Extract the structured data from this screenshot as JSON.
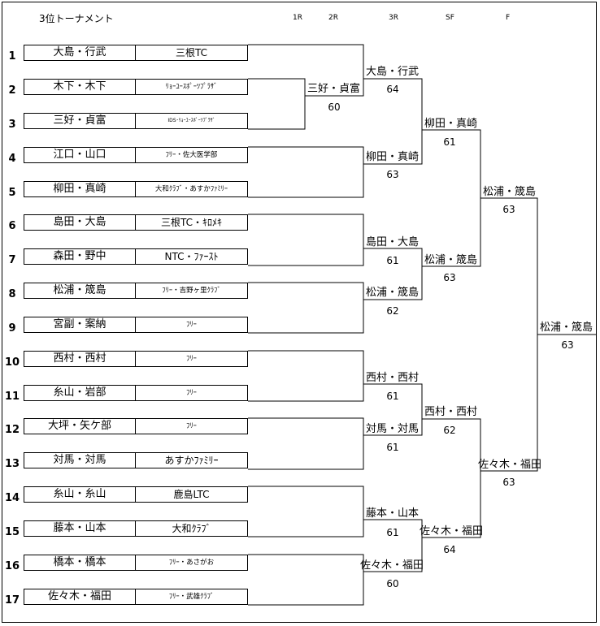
{
  "title": "3位トーナメント",
  "rounds": [
    "1R",
    "2R",
    "3R",
    "SF",
    "F"
  ],
  "entries": [
    {
      "no": "1",
      "name": "大島・行武",
      "club": "三根TC",
      "size": ""
    },
    {
      "no": "2",
      "name": "木下・木下",
      "club": "ﾘｮｰﾕｰｽﾎﾟｰﾂﾌﾟﾗｻﾞ",
      "size": "sm"
    },
    {
      "no": "3",
      "name": "三好・貞富",
      "club": "IDS･ﾘｮｰﾕｰｽﾎﾟｰﾂﾌﾟﾗｻﾞ",
      "size": "xs"
    },
    {
      "no": "4",
      "name": "江口・山口",
      "club": "ﾌﾘｰ・佐大医学部",
      "size": "sm"
    },
    {
      "no": "5",
      "name": "柳田・真崎",
      "club": "大和ｸﾗﾌﾞ・あすかﾌｧﾐﾘｰ",
      "size": "sm"
    },
    {
      "no": "6",
      "name": "島田・大島",
      "club": "三根TC・ｷﾛﾒｷ",
      "size": ""
    },
    {
      "no": "7",
      "name": "森田・野中",
      "club": "NTC・ﾌｧｰｽﾄ",
      "size": ""
    },
    {
      "no": "8",
      "name": "松浦・筬島",
      "club": "ﾌﾘｰ・吉野ヶ里ｸﾗﾌﾞ",
      "size": "sm"
    },
    {
      "no": "9",
      "name": "宮副・案納",
      "club": "ﾌﾘｰ",
      "size": "sm"
    },
    {
      "no": "10",
      "name": "西村・西村",
      "club": "ﾌﾘｰ",
      "size": "sm"
    },
    {
      "no": "11",
      "name": "糸山・岩部",
      "club": "ﾌﾘｰ",
      "size": "sm"
    },
    {
      "no": "12",
      "name": "大坪・矢ケ部",
      "club": "ﾌﾘｰ",
      "size": "sm"
    },
    {
      "no": "13",
      "name": "対馬・対馬",
      "club": "あすかﾌｧﾐﾘｰ",
      "size": ""
    },
    {
      "no": "14",
      "name": "糸山・糸山",
      "club": "鹿島LTC",
      "size": ""
    },
    {
      "no": "15",
      "name": "藤本・山本",
      "club": "大和ｸﾗﾌﾞ",
      "size": ""
    },
    {
      "no": "16",
      "name": "橋本・橋本",
      "club": "ﾌﾘｰ・あさがお",
      "size": "sm"
    },
    {
      "no": "17",
      "name": "佐々木・福田",
      "club": "ﾌﾘｰ・武雄ｸﾗﾌﾞ",
      "size": "sm"
    }
  ],
  "results": {
    "r2": [
      {
        "name": "三好・貞富",
        "score": "60"
      }
    ],
    "r3": [
      {
        "name": "大島・行武",
        "score": "64"
      },
      {
        "name": "柳田・真崎",
        "score": "63"
      },
      {
        "name": "島田・大島",
        "score": "61"
      },
      {
        "name": "松浦・筬島",
        "score": "62"
      },
      {
        "name": "西村・西村",
        "score": "61"
      },
      {
        "name": "対馬・対馬",
        "score": "61"
      },
      {
        "name": "藤本・山本",
        "score": "61"
      },
      {
        "name": "佐々木・福田",
        "score": "60"
      }
    ],
    "qf": [
      {
        "name": "柳田・真崎",
        "score": "61"
      },
      {
        "name": "松浦・筬島",
        "score": "63"
      },
      {
        "name": "西村・西村",
        "score": "62"
      },
      {
        "name": "佐々木・福田",
        "score": "64"
      }
    ],
    "sf": [
      {
        "name": "松浦・筬島",
        "score": "63"
      },
      {
        "name": "佐々木・福田",
        "score": "63"
      }
    ],
    "final": {
      "name": "松浦・筬島",
      "score": "63"
    }
  }
}
